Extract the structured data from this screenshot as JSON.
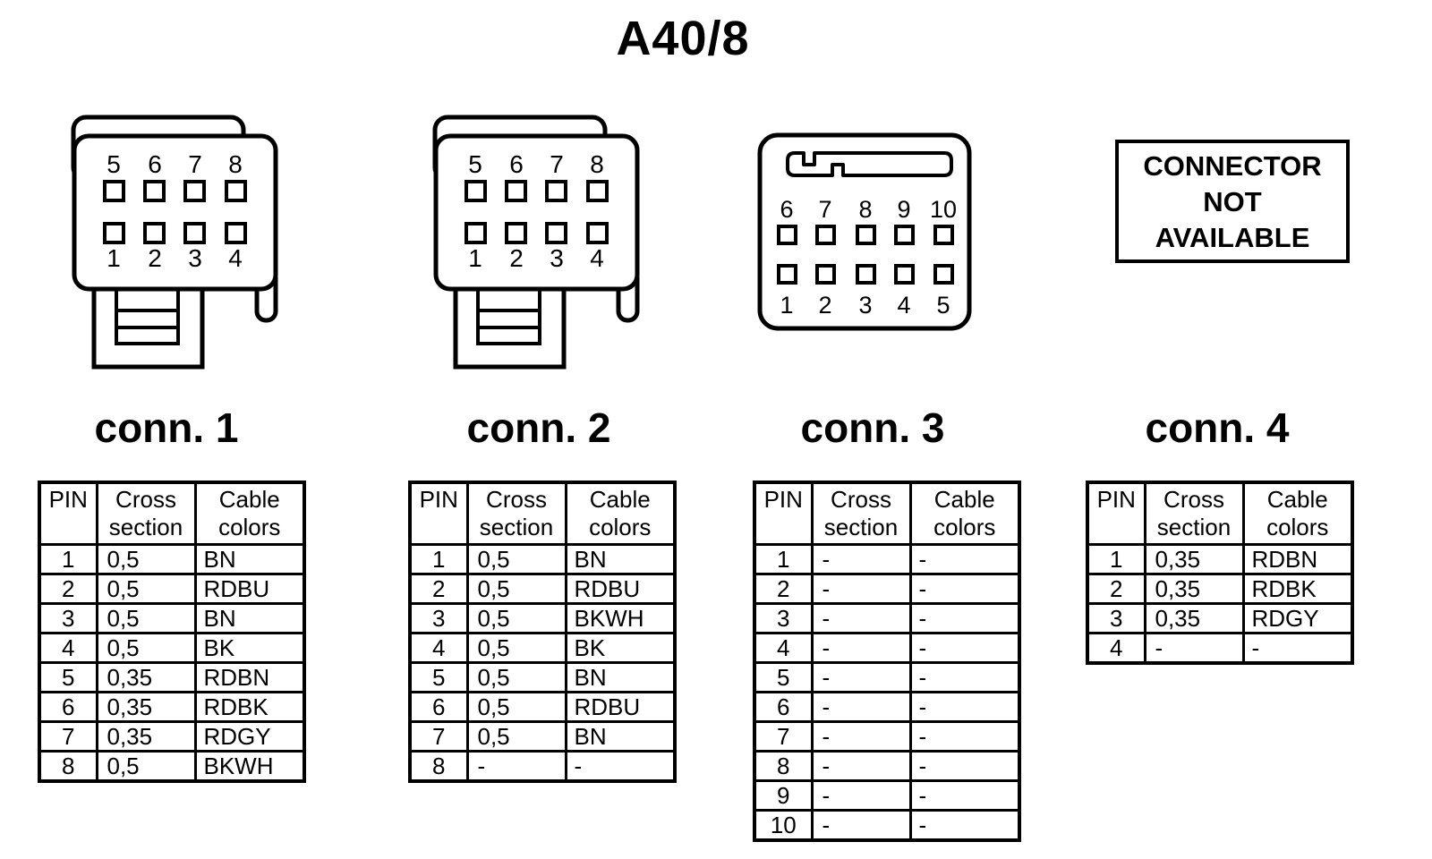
{
  "page": {
    "title": "A40/8",
    "background": "#ffffff",
    "ink": "#000000"
  },
  "table_header": {
    "pin": "PIN",
    "cross_section": "Cross section",
    "cable_colors": "Cable colors"
  },
  "not_available": {
    "line1": "CONNECTOR",
    "line2": "NOT",
    "line3": "AVAILABLE"
  },
  "connectors": [
    {
      "label": "conn. 1",
      "drawing": "8-pin-plug",
      "pins_top": [
        "5",
        "6",
        "7",
        "8"
      ],
      "pins_bottom": [
        "1",
        "2",
        "3",
        "4"
      ],
      "rows": [
        {
          "pin": "1",
          "cross": "0,5",
          "color": "BN"
        },
        {
          "pin": "2",
          "cross": "0,5",
          "color": "RDBU"
        },
        {
          "pin": "3",
          "cross": "0,5",
          "color": "BN"
        },
        {
          "pin": "4",
          "cross": "0,5",
          "color": "BK"
        },
        {
          "pin": "5",
          "cross": "0,35",
          "color": "RDBN"
        },
        {
          "pin": "6",
          "cross": "0,35",
          "color": "RDBK"
        },
        {
          "pin": "7",
          "cross": "0,35",
          "color": "RDGY"
        },
        {
          "pin": "8",
          "cross": "0,5",
          "color": "BKWH"
        }
      ]
    },
    {
      "label": "conn. 2",
      "drawing": "8-pin-plug",
      "pins_top": [
        "5",
        "6",
        "7",
        "8"
      ],
      "pins_bottom": [
        "1",
        "2",
        "3",
        "4"
      ],
      "rows": [
        {
          "pin": "1",
          "cross": "0,5",
          "color": "BN"
        },
        {
          "pin": "2",
          "cross": "0,5",
          "color": "RDBU"
        },
        {
          "pin": "3",
          "cross": "0,5",
          "color": "BKWH"
        },
        {
          "pin": "4",
          "cross": "0,5",
          "color": "BK"
        },
        {
          "pin": "5",
          "cross": "0,5",
          "color": "BN"
        },
        {
          "pin": "6",
          "cross": "0,5",
          "color": "RDBU"
        },
        {
          "pin": "7",
          "cross": "0,5",
          "color": "BN"
        },
        {
          "pin": "8",
          "cross": "-",
          "color": "-"
        }
      ]
    },
    {
      "label": "conn. 3",
      "drawing": "10-pin-socket",
      "pins_top": [
        "6",
        "7",
        "8",
        "9",
        "10"
      ],
      "pins_bottom": [
        "1",
        "2",
        "3",
        "4",
        "5"
      ],
      "rows": [
        {
          "pin": "1",
          "cross": "-",
          "color": "-"
        },
        {
          "pin": "2",
          "cross": "-",
          "color": "-"
        },
        {
          "pin": "3",
          "cross": "-",
          "color": "-"
        },
        {
          "pin": "4",
          "cross": "-",
          "color": "-"
        },
        {
          "pin": "5",
          "cross": "-",
          "color": "-"
        },
        {
          "pin": "6",
          "cross": "-",
          "color": "-"
        },
        {
          "pin": "7",
          "cross": "-",
          "color": "-"
        },
        {
          "pin": "8",
          "cross": "-",
          "color": "-"
        },
        {
          "pin": "9",
          "cross": "-",
          "color": "-"
        },
        {
          "pin": "10",
          "cross": "-",
          "color": "-"
        }
      ]
    },
    {
      "label": "conn. 4",
      "drawing": "not-available",
      "rows": [
        {
          "pin": "1",
          "cross": "0,35",
          "color": "RDBN"
        },
        {
          "pin": "2",
          "cross": "0,35",
          "color": "RDBK"
        },
        {
          "pin": "3",
          "cross": "0,35",
          "color": "RDGY"
        },
        {
          "pin": "4",
          "cross": "-",
          "color": "-"
        }
      ]
    }
  ]
}
